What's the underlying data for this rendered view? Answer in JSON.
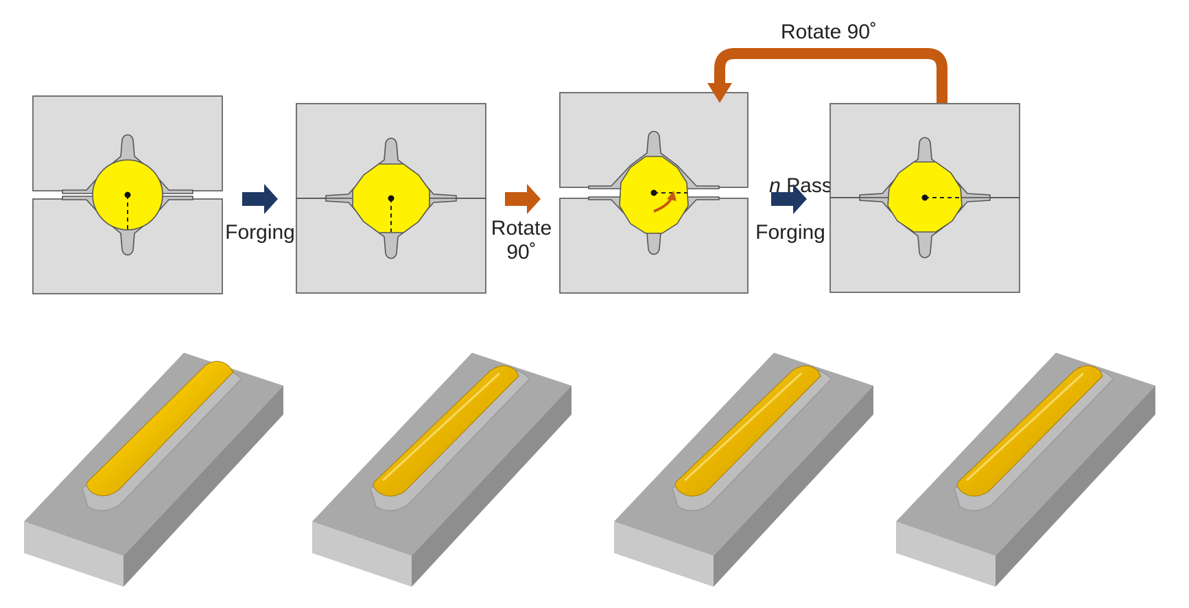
{
  "labels": {
    "forging_1": "Forging",
    "rotate_1_line1": "Rotate",
    "rotate_1_line2": "90˚",
    "n_italic": "n",
    "pass_word": "Pass",
    "forging_2": "Forging",
    "loop_rotate": "Rotate 90˚"
  },
  "colors": {
    "billet": "#fff200",
    "die": "#dcdcdc",
    "groove": "#c4c4c4",
    "forging_arrow": "#1f3864",
    "rotate_arrow": "#c55a11",
    "billet_3d": "#e8b400"
  },
  "stages": [
    {
      "id": "initial",
      "die_state": "open",
      "billet_shape": "round"
    },
    {
      "id": "after-forging",
      "die_state": "closed",
      "billet_shape": "octagonal"
    },
    {
      "id": "rotated-90",
      "die_state": "open",
      "billet_shape": "octagonal-rotated"
    },
    {
      "id": "after-n-pass",
      "die_state": "closed",
      "billet_shape": "octagonal"
    }
  ]
}
